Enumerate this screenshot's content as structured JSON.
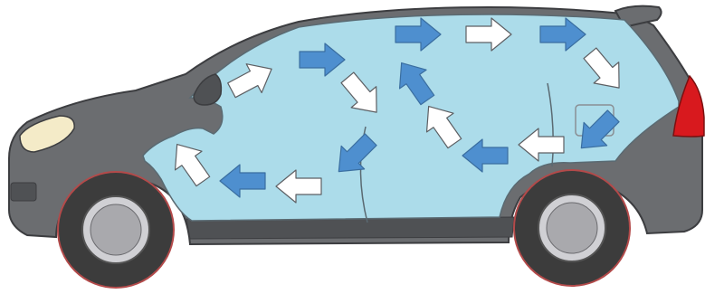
{
  "diagram": {
    "subject": "car-cabin-airflow",
    "colors": {
      "body": "#6b6d70",
      "body_dark": "#4f5154",
      "outline": "#3c3d40",
      "cabin": "#acdcea",
      "cabin_outline": "#5a6a72",
      "arrow_blue": "#4e8fcf",
      "arrow_blue_stroke": "#3a6ea0",
      "arrow_white": "#ffffff",
      "arrow_white_stroke": "#5d5f63",
      "tire": "#3c3c3c",
      "tire_rim_edge": "#b34a4a",
      "hub": "#a9a9ad",
      "headlight": "#f4ebc8",
      "taillight": "#d8191e"
    },
    "flow_arrows": [
      {
        "color": "white",
        "direction": "up-right"
      },
      {
        "color": "blue",
        "direction": "right"
      },
      {
        "color": "blue",
        "direction": "right"
      },
      {
        "color": "white",
        "direction": "right"
      },
      {
        "color": "blue",
        "direction": "right"
      },
      {
        "color": "white",
        "direction": "down-right"
      },
      {
        "color": "white",
        "direction": "down-right"
      },
      {
        "color": "blue",
        "direction": "up-left"
      },
      {
        "color": "white",
        "direction": "up-left"
      },
      {
        "color": "blue",
        "direction": "down-left"
      },
      {
        "color": "white",
        "direction": "left"
      },
      {
        "color": "blue",
        "direction": "left"
      },
      {
        "color": "blue",
        "direction": "down-left"
      },
      {
        "color": "white",
        "direction": "left"
      },
      {
        "color": "blue",
        "direction": "left"
      },
      {
        "color": "white",
        "direction": "up-left"
      }
    ]
  }
}
